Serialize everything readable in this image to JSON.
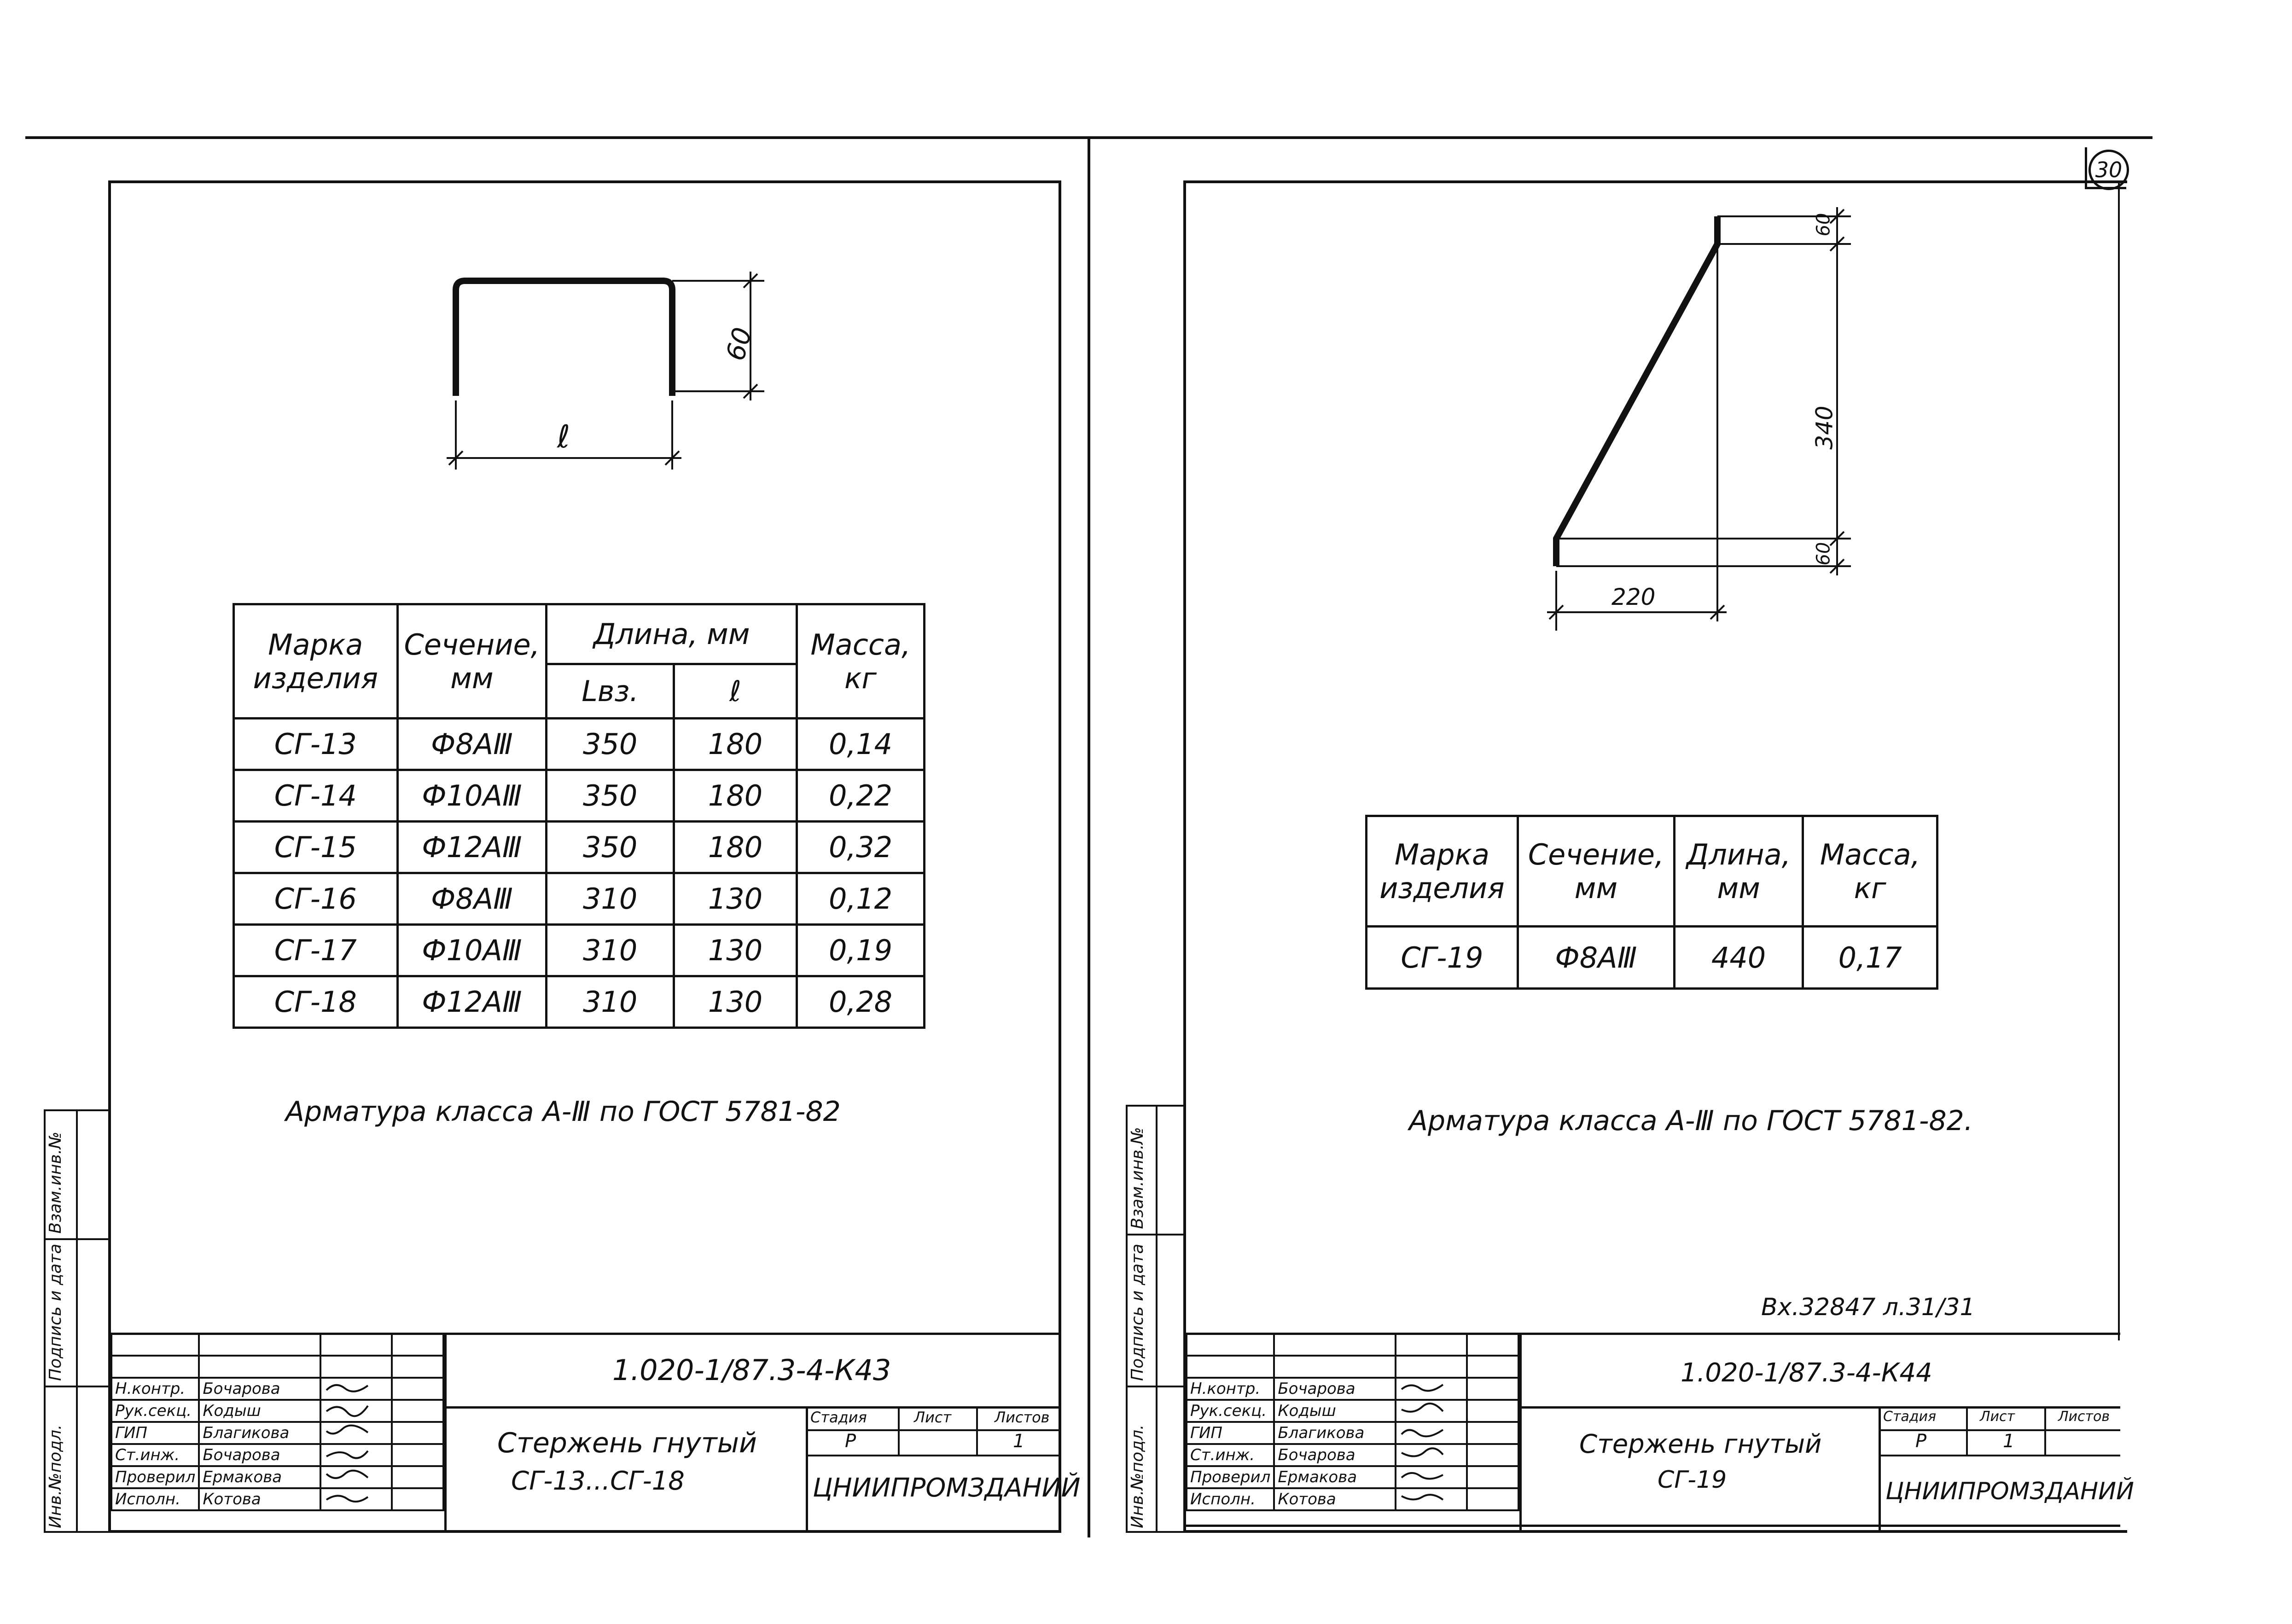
{
  "page": {
    "sheet_number": "30"
  },
  "left_sheet": {
    "dims": {
      "height": "60",
      "length": "ℓ"
    },
    "table": {
      "headers": {
        "mark": "Марка изделия",
        "section": "Сечение, мм",
        "length": "Длина, мм",
        "mass": "Масса, кг",
        "l_total": "Lвз.",
        "l": "ℓ"
      },
      "rows": [
        {
          "mark": "СГ-13",
          "section": "Ф8АⅢ",
          "l_total": "350",
          "l": "180",
          "mass": "0,14"
        },
        {
          "mark": "СГ-14",
          "section": "Ф10АⅢ",
          "l_total": "350",
          "l": "180",
          "mass": "0,22"
        },
        {
          "mark": "СГ-15",
          "section": "Ф12АⅢ",
          "l_total": "350",
          "l": "180",
          "mass": "0,32"
        },
        {
          "mark": "СГ-16",
          "section": "Ф8АⅢ",
          "l_total": "310",
          "l": "130",
          "mass": "0,12"
        },
        {
          "mark": "СГ-17",
          "section": "Ф10АⅢ",
          "l_total": "310",
          "l": "130",
          "mass": "0,19"
        },
        {
          "mark": "СГ-18",
          "section": "Ф12АⅢ",
          "l_total": "310",
          "l": "130",
          "mass": "0,28"
        }
      ]
    },
    "note": "Арматура класса А-Ⅲ по ГОСТ 5781-82",
    "side_labels": [
      "Инв.№подл.",
      "Подпись и дата",
      "Взам.инв.№"
    ],
    "title_block": {
      "code": "1.020-1/87.3-4-К43",
      "title_line1": "Стержень гнутый",
      "title_line2": "СГ-13...СГ-18",
      "stage_label": "Стадия",
      "sheet_label": "Лист",
      "sheets_label": "Листов",
      "stage": "Р",
      "sheets": "1",
      "org": "ЦНИИПРОМЗДАНИЙ",
      "roles": [
        {
          "role": "Н.контр.",
          "name": "Бочарова"
        },
        {
          "role": "Рук.секц.",
          "name": "Кодыш"
        },
        {
          "role": "ГИП",
          "name": "Благикова"
        },
        {
          "role": "Ст.инж.",
          "name": "Бочарова"
        },
        {
          "role": "Проверил",
          "name": "Ермакова"
        },
        {
          "role": "Исполн.",
          "name": "Котова"
        }
      ]
    }
  },
  "right_sheet": {
    "dims": {
      "top": "60",
      "height": "340",
      "bottom": "60",
      "width": "220"
    },
    "table": {
      "headers": {
        "mark": "Марка изделия",
        "section": "Сечение, мм",
        "length": "Длина, мм",
        "mass": "Масса, кг"
      },
      "rows": [
        {
          "mark": "СГ-19",
          "section": "Ф8АⅢ",
          "length": "440",
          "mass": "0,17"
        }
      ]
    },
    "note": "Арматура класса А-Ⅲ по ГОСТ 5781-82.",
    "stamp": "Вх.32847 л.31/31",
    "side_labels": [
      "Инв.№подл.",
      "Подпись и дата",
      "Взам.инв.№"
    ],
    "title_block": {
      "code": "1.020-1/87.3-4-К44",
      "title_line1": "Стержень гнутый",
      "title_line2": "СГ-19",
      "stage_label": "Стадия",
      "sheet_label": "Лист",
      "sheets_label": "Листов",
      "stage": "Р",
      "sheets": "1",
      "org": "ЦНИИПРОМЗДАНИЙ",
      "roles": [
        {
          "role": "Н.контр.",
          "name": "Бочарова"
        },
        {
          "role": "Рук.секц.",
          "name": "Кодыш"
        },
        {
          "role": "ГИП",
          "name": "Благикова"
        },
        {
          "role": "Ст.инж.",
          "name": "Бочарова"
        },
        {
          "role": "Проверил",
          "name": "Ермакова"
        },
        {
          "role": "Исполн.",
          "name": "Котова"
        }
      ]
    }
  }
}
